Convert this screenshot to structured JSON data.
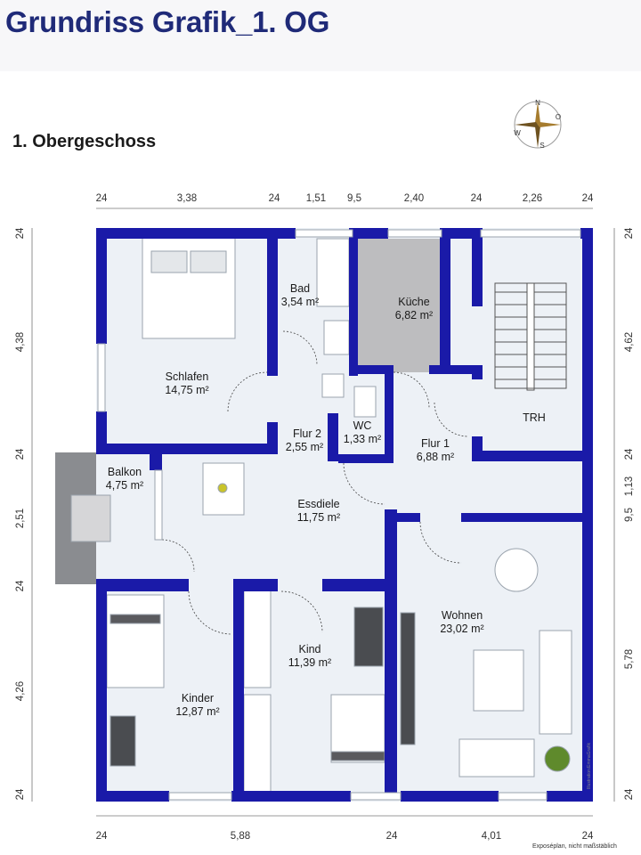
{
  "title": "Grundriss Grafik_1. OG",
  "subtitle": "1. Obergeschoss",
  "compass": {
    "n": "N",
    "o": "O",
    "s": "S",
    "w": "W"
  },
  "rooms": {
    "schlafen": {
      "name": "Schlafen",
      "area": "14,75 m²"
    },
    "bad": {
      "name": "Bad",
      "area": "3,54 m²"
    },
    "kueche": {
      "name": "Küche",
      "area": "6,82 m²"
    },
    "trh": {
      "name": "TRH"
    },
    "flur2": {
      "name": "Flur 2",
      "area": "2,55 m²"
    },
    "wc": {
      "name": "WC",
      "area": "1,33 m²"
    },
    "flur1": {
      "name": "Flur 1",
      "area": "6,88 m²"
    },
    "balkon": {
      "name": "Balkon",
      "area": "4,75 m²"
    },
    "essdiele": {
      "name": "Essdiele",
      "area": "11,75 m²"
    },
    "wohnen": {
      "name": "Wohnen",
      "area": "23,02 m²"
    },
    "kind": {
      "name": "Kind",
      "area": "11,39 m²"
    },
    "kinder": {
      "name": "Kinder",
      "area": "12,87 m²"
    }
  },
  "dimensions": {
    "top": [
      "24",
      "3,38",
      "24",
      "1,51",
      "9,5",
      "2,40",
      "24",
      "2,26",
      "24"
    ],
    "bottom": [
      "24",
      "5,88",
      "24",
      "4,01",
      "24"
    ],
    "left": [
      "24",
      "4,38",
      "24",
      "2,51",
      "24",
      "4,26",
      "24"
    ],
    "right": [
      "24",
      "4,62",
      "24",
      "1,13",
      "9,5",
      "5,78",
      "24"
    ]
  },
  "credit": "Illustration:EmmaGrafik",
  "disclaimer": "Exposéplan, nicht maßstäblich",
  "colors": {
    "wall": "#1a1aa8",
    "title": "#1f2a78",
    "floor": "#edf1f6",
    "balcony": "#8a8c90"
  }
}
